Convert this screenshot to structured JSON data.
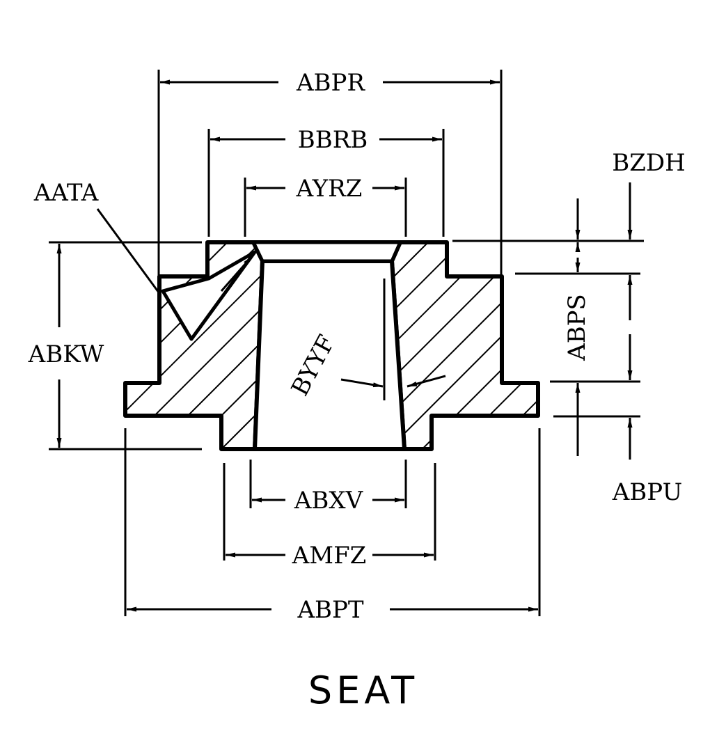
{
  "title": "SEAT",
  "ink_color": "#000000",
  "background": "#ffffff",
  "labels": {
    "abpr": "ABPR",
    "bbrb": "BBRB",
    "ayrz": "AYRZ",
    "aata": "AATA",
    "bzdh": "BZDH",
    "abps": "ABPS",
    "abkw": "ABKW",
    "byyf": "BYYF",
    "abpu": "ABPU",
    "abxv": "ABXV",
    "amfz": "AMFZ",
    "abpt": "ABPT"
  }
}
